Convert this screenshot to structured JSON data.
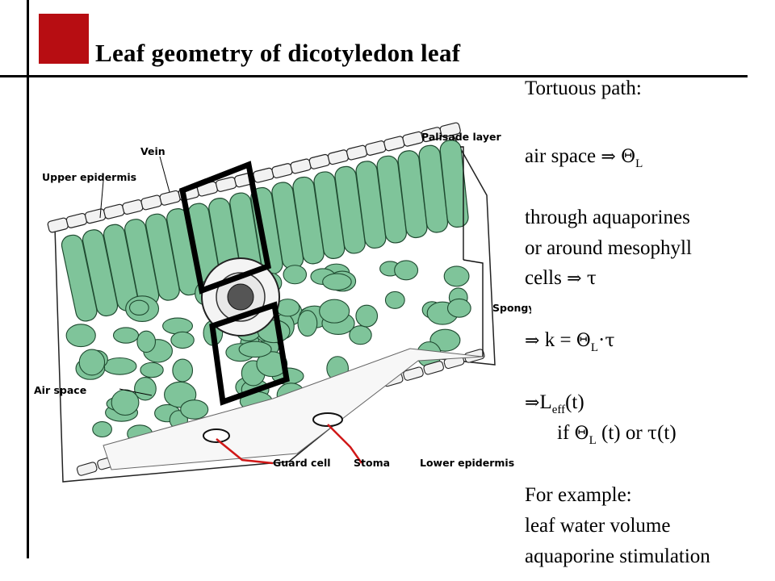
{
  "slide": {
    "title": "Leaf geometry of dicotyledon leaf"
  },
  "diagram": {
    "labels": {
      "palisade": "Palisade layer",
      "vein": "Vein",
      "upper_epidermis": "Upper epidermis",
      "spongy": "Spongy layer",
      "air_space": "Air space",
      "guard_cell": "Guard cell",
      "stoma": "Stoma",
      "lower_epidermis": "Lower epidermis"
    },
    "colors": {
      "cell_fill": "#7fc49a",
      "cell_edge": "#1f4a30",
      "pointer": "#d01818"
    }
  },
  "side_text": {
    "line1": "Tortuous path:",
    "line2_prefix": "air space",
    "arrow": "⇒",
    "theta": "Θ",
    "sub_L": "L",
    "line3": "through aquaporines",
    "line4": "or around mesophyll",
    "line5_prefix": "cells",
    "tau": "τ",
    "k_eq": "k = ",
    "dot": "·",
    "L": "L",
    "sub_eff": "eff",
    "of_t": "(t)",
    "if": "if",
    "or": "(t) or",
    "ex_title": "For example:",
    "ex1": "leaf water volume",
    "ex2": "aquaporine stimulation"
  }
}
